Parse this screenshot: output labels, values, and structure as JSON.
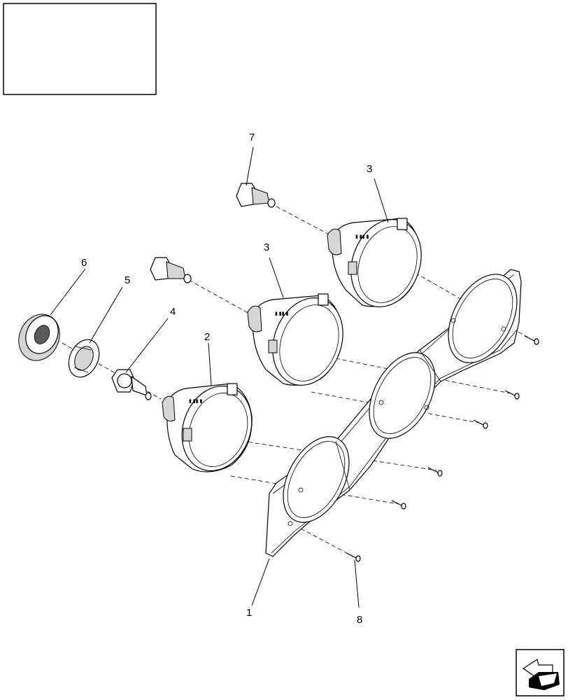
{
  "title_block": {
    "text": ""
  },
  "callouts": {
    "frame": "1",
    "lamp_lower": "2",
    "lamp_middle": "3",
    "lamp_upper": "3",
    "bulb_h7": "4",
    "retainer": "5",
    "cap": "6",
    "bulb_h11": "7",
    "screw": "8"
  },
  "nav_icon": "next-page-arrow-icon"
}
